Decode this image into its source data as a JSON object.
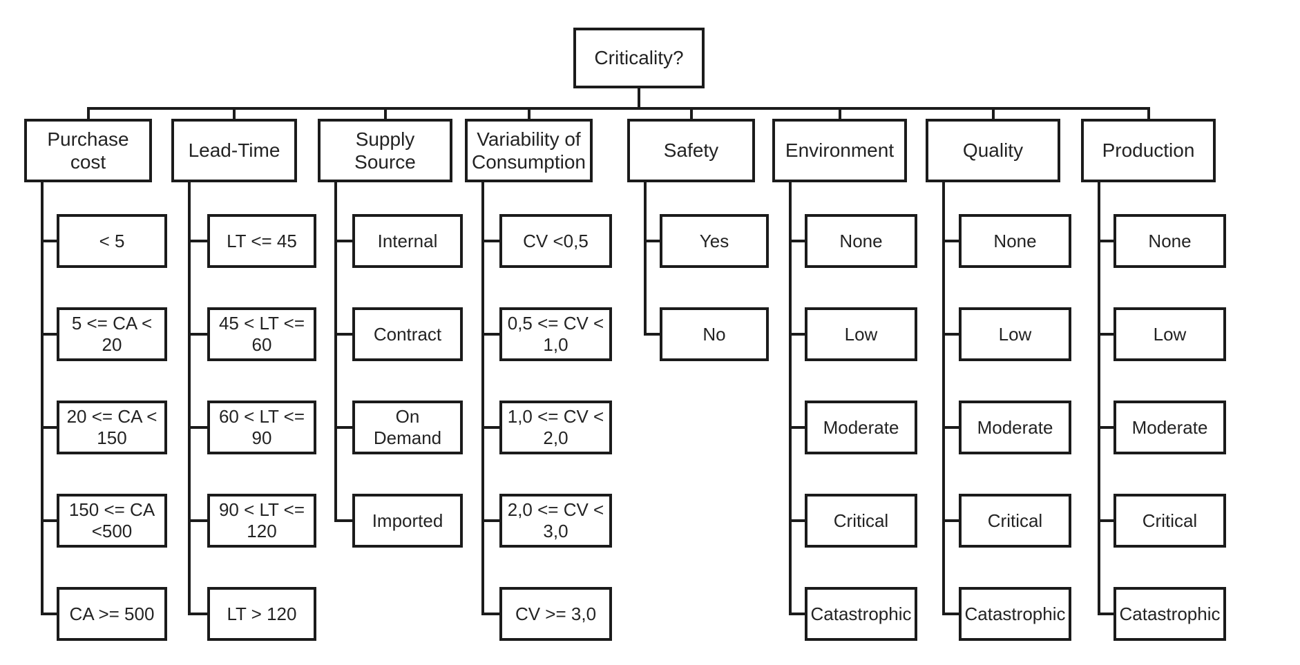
{
  "diagram": {
    "title": "Criticality?",
    "type": "decision-tree",
    "root": {
      "label": "Criticality?"
    },
    "colors": {
      "line": "#1b1b1b",
      "text": "#232323",
      "background": "#ffffff"
    },
    "columns": [
      {
        "id": "purchase-cost",
        "label": "Purchase\ncost",
        "children": [
          {
            "label": "< 5"
          },
          {
            "label": "5 <= CA < 20"
          },
          {
            "label": "20 <= CA <\n150"
          },
          {
            "label": "150 <= CA\n<500"
          },
          {
            "label": "CA >= 500"
          }
        ]
      },
      {
        "id": "lead-time",
        "label": "Lead-Time",
        "children": [
          {
            "label": "LT <= 45"
          },
          {
            "label": "45 < LT <= 60"
          },
          {
            "label": "60 < LT <= 90"
          },
          {
            "label": "90 < LT <=\n120"
          },
          {
            "label": "LT > 120"
          }
        ]
      },
      {
        "id": "supply-source",
        "label": "Supply\nSource",
        "children": [
          {
            "label": "Internal"
          },
          {
            "label": "Contract"
          },
          {
            "label": "On Demand"
          },
          {
            "label": "Imported"
          }
        ]
      },
      {
        "id": "variability-of-consumption",
        "label": "Variability of\nConsumption",
        "children": [
          {
            "label": "CV <0,5"
          },
          {
            "label": "0,5 <= CV <\n1,0"
          },
          {
            "label": "1,0 <= CV <\n2,0"
          },
          {
            "label": "2,0 <= CV <\n3,0"
          },
          {
            "label": "CV >= 3,0"
          }
        ]
      },
      {
        "id": "safety",
        "label": "Safety",
        "children": [
          {
            "label": "Yes"
          },
          {
            "label": "No"
          }
        ]
      },
      {
        "id": "environment",
        "label": "Environment",
        "children": [
          {
            "label": "None"
          },
          {
            "label": "Low"
          },
          {
            "label": "Moderate"
          },
          {
            "label": "Critical"
          },
          {
            "label": "Catastrophic"
          }
        ]
      },
      {
        "id": "quality",
        "label": "Quality",
        "children": [
          {
            "label": "None"
          },
          {
            "label": "Low"
          },
          {
            "label": "Moderate"
          },
          {
            "label": "Critical"
          },
          {
            "label": "Catastrophic"
          }
        ]
      },
      {
        "id": "production",
        "label": "Production",
        "children": [
          {
            "label": "None"
          },
          {
            "label": "Low"
          },
          {
            "label": "Moderate"
          },
          {
            "label": "Critical"
          },
          {
            "label": "Catastrophic"
          }
        ]
      }
    ]
  }
}
